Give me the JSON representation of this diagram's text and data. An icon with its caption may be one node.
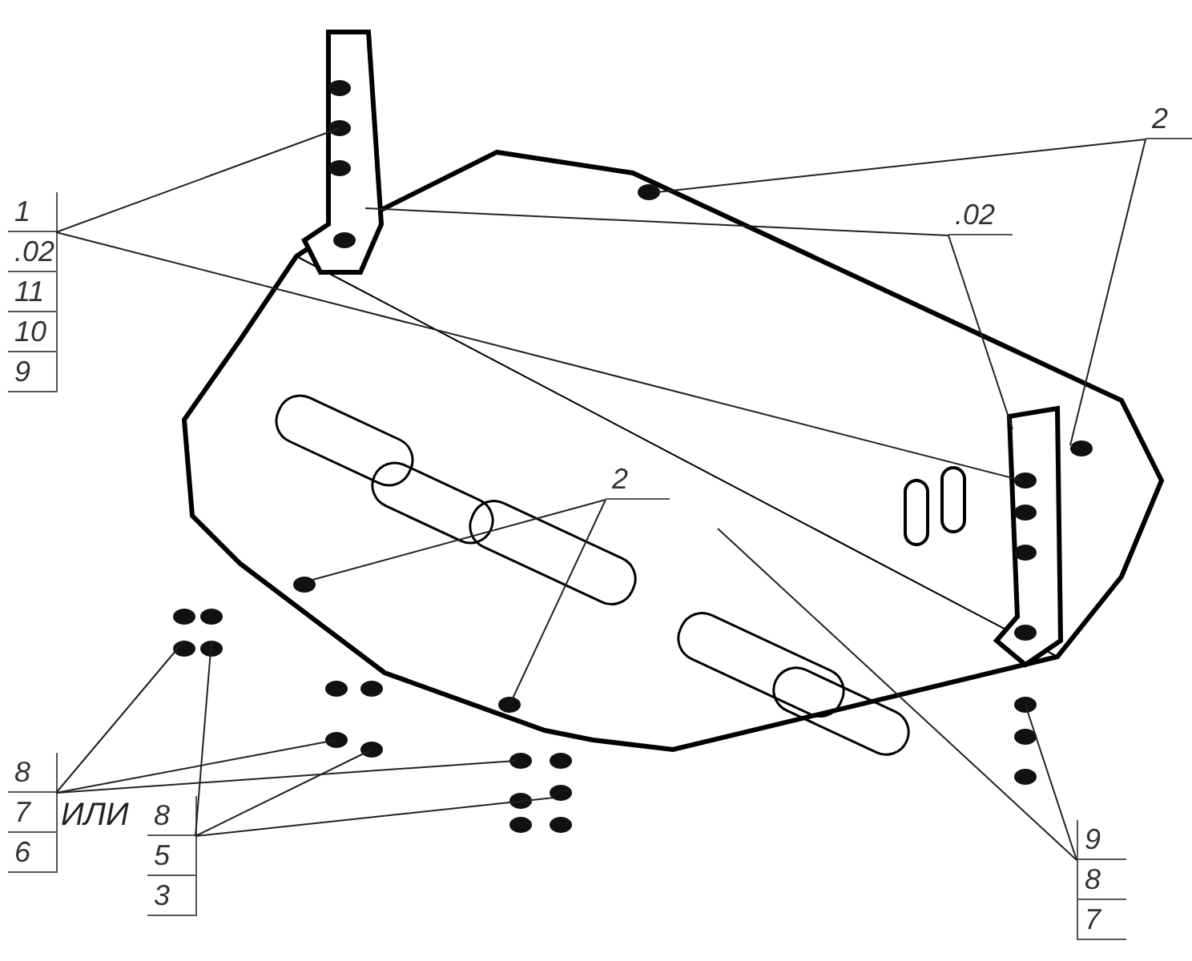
{
  "diagram": {
    "nodes": [
      {
        "text": [
          "1",
          ".02",
          "11",
          "10",
          "9"
        ]
      },
      {
        "text": [
          ".02"
        ]
      },
      {
        "text": [
          "2"
        ]
      },
      {
        "text": [
          "2"
        ]
      },
      {
        "text": [
          "8",
          "7",
          "6"
        ]
      },
      {
        "text": [
          "8",
          "5",
          "3"
        ]
      },
      {
        "text": [
          "9",
          "8",
          "7"
        ]
      }
    ],
    "edges": [
      {
        "from": 0,
        "to": null,
        "arrow": "none"
      },
      {
        "from": 0,
        "to": null,
        "arrow": "none"
      },
      {
        "from": 1,
        "to": null,
        "arrow": "none"
      },
      {
        "from": 1,
        "to": null,
        "arrow": "none"
      },
      {
        "from": 2,
        "to": null,
        "arrow": "none"
      },
      {
        "from": 2,
        "to": null,
        "arrow": "none"
      },
      {
        "from": 3,
        "to": null,
        "arrow": "none"
      },
      {
        "from": 3,
        "to": null,
        "arrow": "none"
      },
      {
        "from": 4,
        "to": null,
        "arrow": "none"
      },
      {
        "from": 4,
        "to": null,
        "arrow": "none"
      },
      {
        "from": 4,
        "to": null,
        "arrow": "none"
      },
      {
        "from": 5,
        "to": null,
        "arrow": "none"
      },
      {
        "from": 5,
        "to": null,
        "arrow": "none"
      },
      {
        "from": 5,
        "to": null,
        "arrow": "none"
      },
      {
        "from": 6,
        "to": null,
        "arrow": "none"
      },
      {
        "from": 6,
        "to": null,
        "arrow": "none"
      }
    ],
    "labels": [
      "ИЛИ"
    ]
  }
}
